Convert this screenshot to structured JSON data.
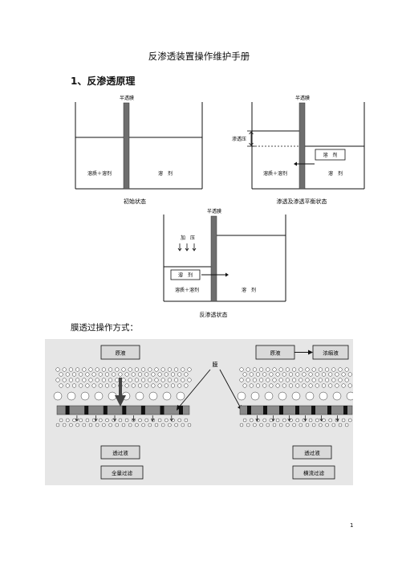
{
  "document": {
    "title": "反渗透装置操作维护手册",
    "section_heading": "1、反渗透原理",
    "paragraph": "膜透过操作方式：",
    "page_number": "1"
  },
  "figure_osmosis": {
    "initial": {
      "membrane_label": "半透膜",
      "left_label": "溶质＋溶剂",
      "right_label": "溶　剂",
      "caption": "初始状态"
    },
    "equilibrium": {
      "membrane_label": "半透膜",
      "pressure_label": "渗透压",
      "solvent_box": "溶　剂",
      "left_label": "溶质＋溶剂",
      "right_label": "溶　剂",
      "caption": "渗透及渗透平衡状态"
    },
    "reverse": {
      "membrane_label": "半透膜",
      "pressure_label": "加　压",
      "solvent_box": "溶　剂",
      "left_label": "溶质＋溶剂",
      "right_label": "溶　剂",
      "caption": "反渗透状态"
    }
  },
  "figure_filtration": {
    "membrane_label": "膜",
    "dead_end": {
      "feed_label": "原液",
      "permeate_label": "透过液",
      "mode_label": "全量过滤"
    },
    "cross_flow": {
      "feed_label": "原液",
      "concentrate_label": "浓缩液",
      "permeate_label": "透过液",
      "mode_label": "横流过滤"
    }
  },
  "colors": {
    "membrane_fill": "#6e6e6e",
    "panel_bg": "#e6e6e6",
    "box_fill": "#d9d9d9",
    "line": "#111111"
  }
}
